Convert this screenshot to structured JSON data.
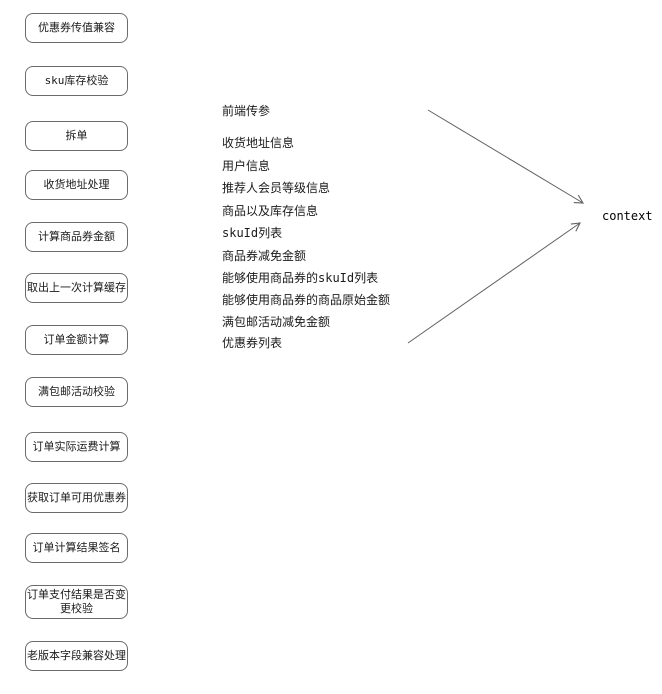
{
  "diagram": {
    "context_label": "context",
    "steps": [
      {
        "label": "优惠券传值兼容"
      },
      {
        "label": "sku库存校验"
      },
      {
        "label": "拆单"
      },
      {
        "label": "收货地址处理"
      },
      {
        "label": "计算商品券金额"
      },
      {
        "label": "取出上一次计算缓存"
      },
      {
        "label": "订单金额计算"
      },
      {
        "label": "满包邮活动校验"
      },
      {
        "label": "订单实际运费计算"
      },
      {
        "label": "获取订单可用优惠券"
      },
      {
        "label": "订单计算结果签名"
      },
      {
        "label": "订单支付结果是否变更校验"
      },
      {
        "label": "老版本字段兼容处理"
      }
    ],
    "context_inputs": [
      {
        "label": "前端传参"
      },
      {
        "label": "收货地址信息"
      },
      {
        "label": "用户信息"
      },
      {
        "label": "推荐人会员等级信息"
      },
      {
        "label": "商品以及库存信息"
      },
      {
        "label": "skuId列表"
      },
      {
        "label": "商品券减免金额"
      },
      {
        "label": "能够使用商品券的skuId列表"
      },
      {
        "label": "能够使用商品券的商品原始金额"
      },
      {
        "label": "满包邮活动减免金额"
      },
      {
        "label": "优惠券列表"
      }
    ],
    "colors": {
      "line": "#616161",
      "box_border": "#6b6b6b",
      "text": "#1a1a1a"
    }
  }
}
